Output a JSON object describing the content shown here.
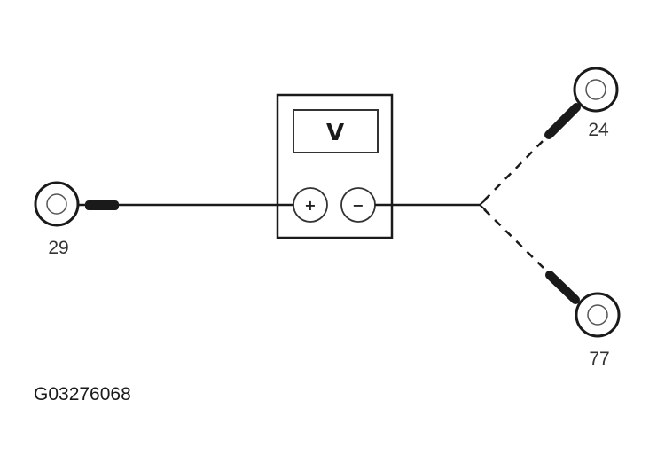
{
  "meter": {
    "display_symbol": "V",
    "positive_terminal": "+",
    "negative_terminal": "−"
  },
  "pins": {
    "left": "29",
    "upper_right": "24",
    "lower_right": "77"
  },
  "figure_code": "G03276068",
  "colors": {
    "line": "#1a1a1a",
    "label": "#333333",
    "background": "#ffffff"
  }
}
